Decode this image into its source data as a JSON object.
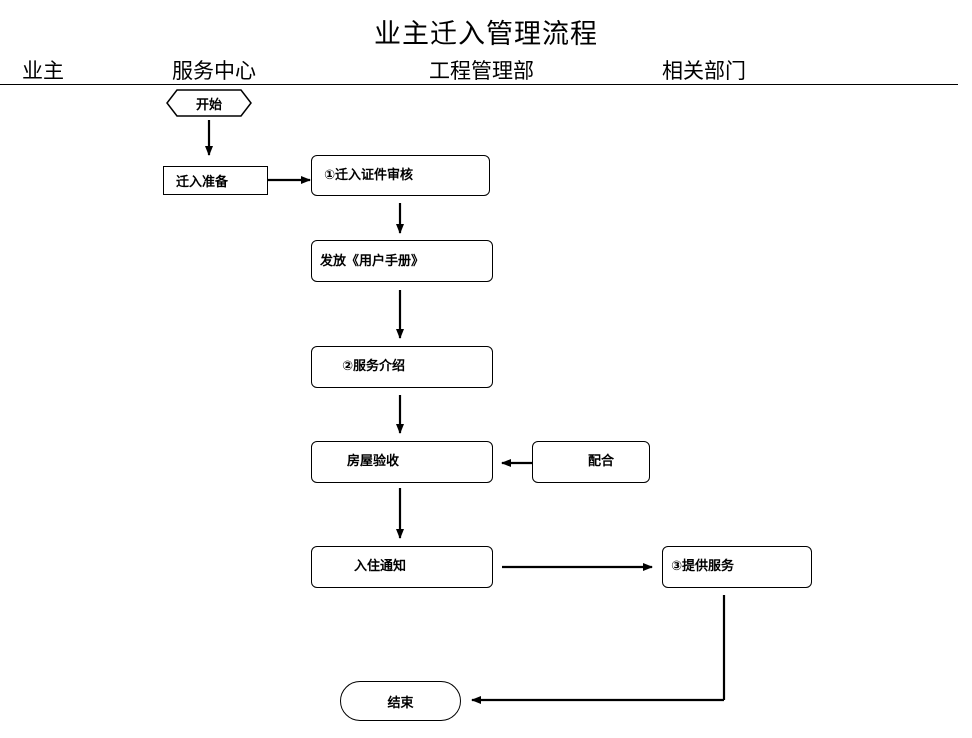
{
  "title": "业主迁入管理流程",
  "columns": [
    "业主",
    "服务中心",
    "工程管理部",
    "相关部门"
  ],
  "nodes": {
    "start": "开始",
    "prepare": "迁入准备",
    "certificate": "①迁入证件审核",
    "manual": "发放《用户手册》",
    "service_intro": "②服务介绍",
    "inspection": "房屋验收",
    "cooperate": "配合",
    "move_in_notice": "入住通知",
    "provide_service": "③提供服务",
    "end": "结束"
  }
}
